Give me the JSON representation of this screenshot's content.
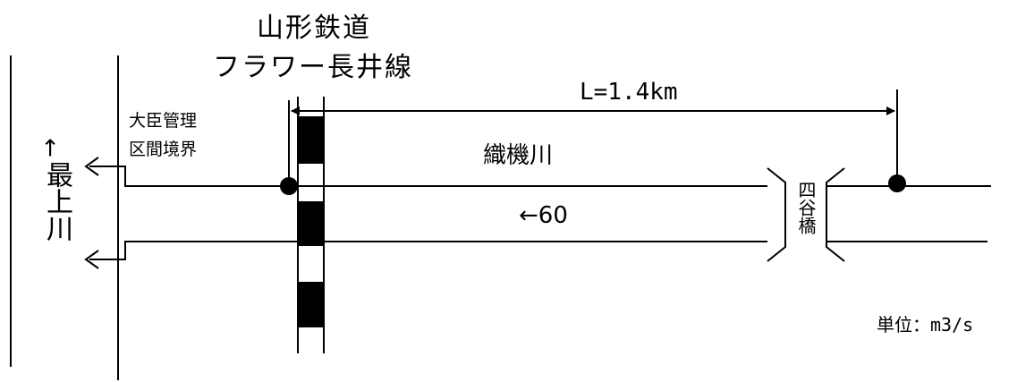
{
  "railway_name_line1": "山形鉄道",
  "railway_name_line2": "フラワー長井線",
  "boundary_label_line1": "大臣管理",
  "boundary_label_line2": "区間境界",
  "main_river": "最上川",
  "main_river_arrow": "←",
  "tributary": "織機川",
  "distance": "L=1.4km",
  "flow": "←60",
  "bridge": "四谷橋",
  "unit": "単位：m3/s"
}
